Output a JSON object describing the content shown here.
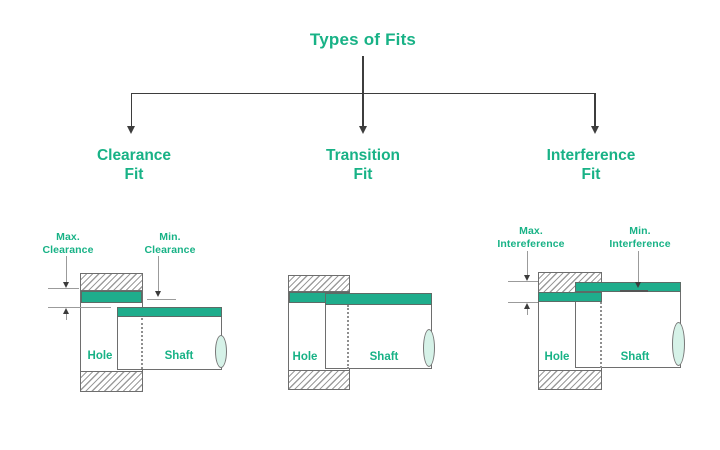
{
  "title": "Types of Fits",
  "colors": {
    "teal_text": "#18b286",
    "teal_band": "#1fad8c",
    "shaft_end_fill": "#d6f2e8",
    "outline_gray": "#6e6e6e",
    "dimension_gray": "#9b9b9b",
    "tree_line": "#3d3d3d"
  },
  "branches": [
    {
      "line1": "Clearance",
      "line2": "Fit"
    },
    {
      "line1": "Transition",
      "line2": "Fit"
    },
    {
      "line1": "Interference",
      "line2": "Fit"
    }
  ],
  "diagrams": [
    {
      "type": "clearance",
      "hole_label": "Hole",
      "shaft_label": "Shaft",
      "annotations": [
        {
          "line1": "Max.",
          "line2": "Clearance"
        },
        {
          "line1": "Min.",
          "line2": "Clearance"
        }
      ]
    },
    {
      "type": "transition",
      "hole_label": "Hole",
      "shaft_label": "Shaft",
      "annotations": []
    },
    {
      "type": "interference",
      "hole_label": "Hole",
      "shaft_label": "Shaft",
      "annotations": [
        {
          "line1": "Max.",
          "line2": "Intereference"
        },
        {
          "line1": "Min.",
          "line2": "Interference"
        }
      ]
    }
  ]
}
